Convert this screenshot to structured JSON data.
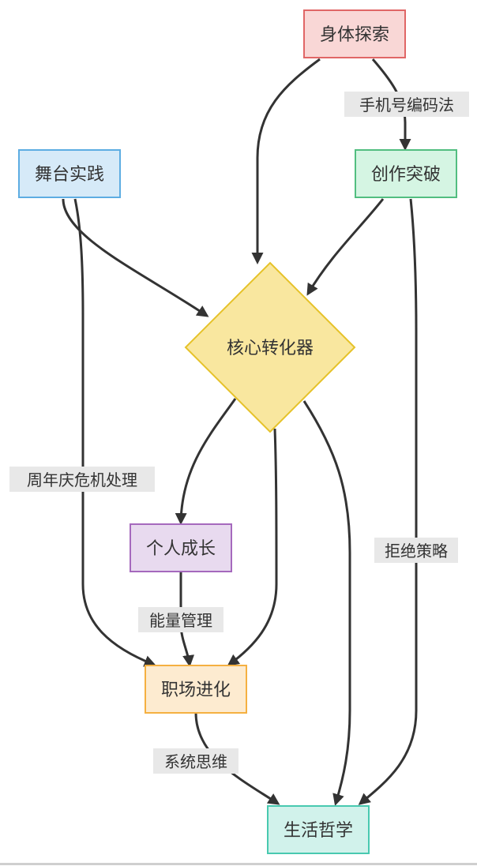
{
  "nodes": {
    "body": {
      "label": "身体探索"
    },
    "stage": {
      "label": "舞台实践"
    },
    "create": {
      "label": "创作突破"
    },
    "core": {
      "label": "核心转化器"
    },
    "growth": {
      "label": "个人成长"
    },
    "career": {
      "label": "职场进化"
    },
    "life": {
      "label": "生活哲学"
    }
  },
  "edge_labels": {
    "phone": "手机号编码法",
    "crisis": "周年庆危机处理",
    "refuse": "拒绝策略",
    "energy": "能量管理",
    "system": "系统思维"
  },
  "colors": {
    "body": {
      "fill": "#f9d7d6",
      "stroke": "#e06666"
    },
    "stage": {
      "fill": "#d6eaf8",
      "stroke": "#5dade2"
    },
    "create": {
      "fill": "#d5f5e3",
      "stroke": "#52be80"
    },
    "core": {
      "fill": "#f9e79f",
      "stroke": "#e6c229"
    },
    "growth": {
      "fill": "#e8daef",
      "stroke": "#a569bd"
    },
    "career": {
      "fill": "#fdebd0",
      "stroke": "#f5b041"
    },
    "life": {
      "fill": "#d1f2eb",
      "stroke": "#48c9b0"
    },
    "edge": "#333333"
  }
}
